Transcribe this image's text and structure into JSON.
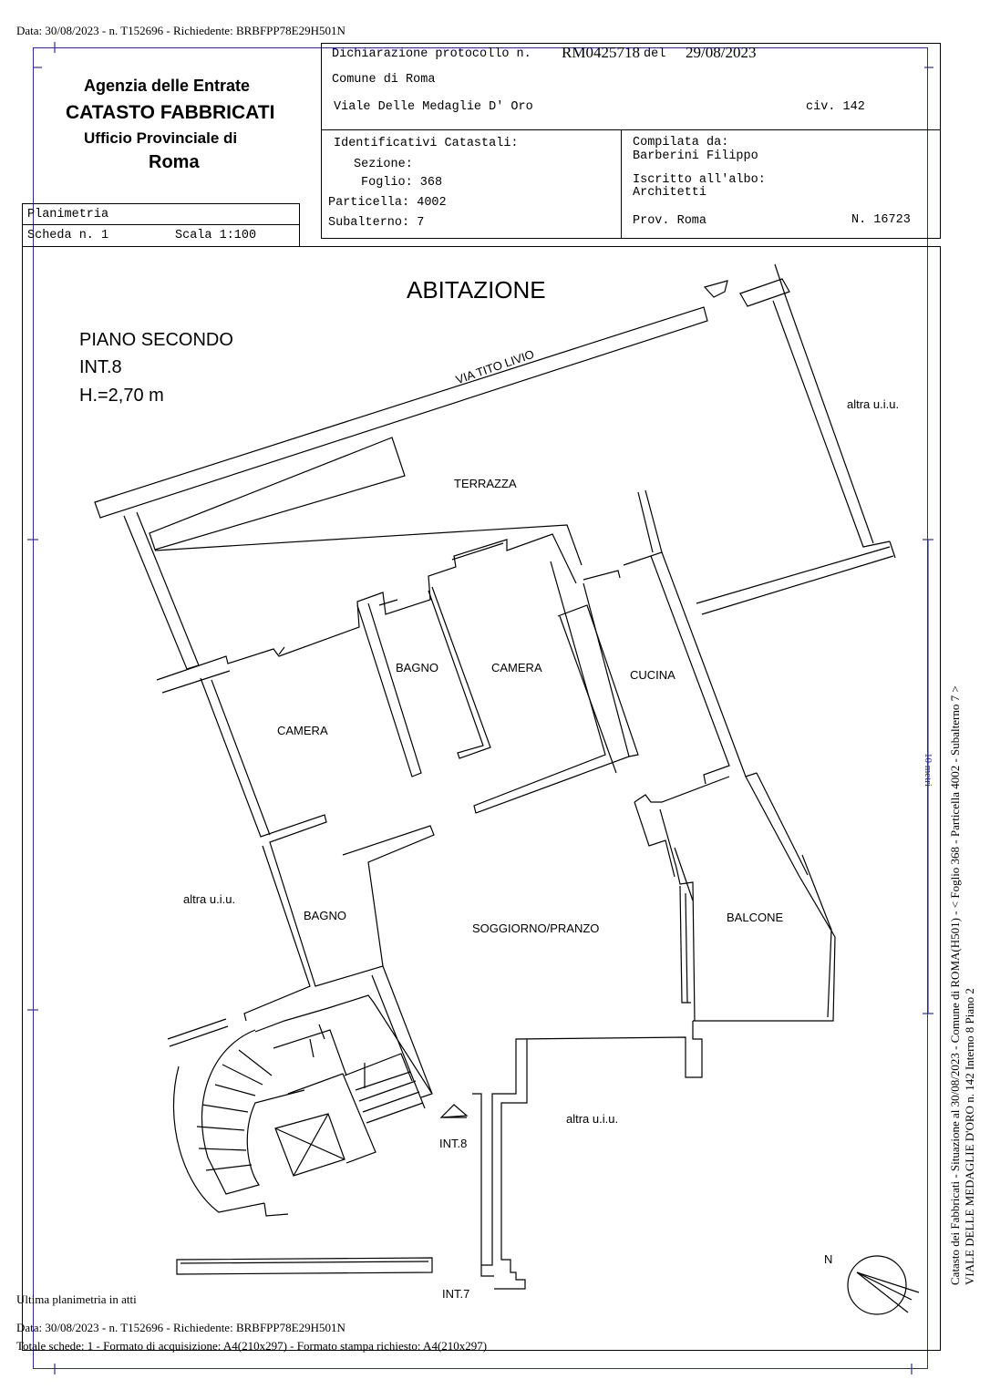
{
  "top_line": "Data: 30/08/2023 - n. T152696 - Richiedente: BRBFPP78E29H501N",
  "agency": {
    "line1": "Agenzia delle Entrate",
    "line2": "CATASTO FABBRICATI",
    "line3": "Ufficio Provinciale di",
    "line4": "Roma"
  },
  "declaration": {
    "prefix": "Dichiarazione protocollo n.",
    "number": "RM0425718",
    "del": "del",
    "date": "29/08/2023",
    "comune": "Comune di Roma",
    "address": "Viale Delle Medaglie D' Oro",
    "civ": "civ. 142"
  },
  "identifiers": {
    "title": "Identificativi Catastali:",
    "sezione": "Sezione:",
    "foglio": "Foglio: 368",
    "particella": "Particella: 4002",
    "subalterno": "Subalterno: 7"
  },
  "compiler": {
    "label": "Compilata da:",
    "name": "Barberini Filippo",
    "albo_label": "Iscritto all'albo:",
    "albo": "Architetti",
    "prov": "Prov. Roma",
    "number": "N. 16723"
  },
  "planimetria": {
    "title": "Planimetria",
    "scheda": "Scheda n. 1",
    "scala": "Scala 1:100"
  },
  "plan": {
    "title": "ABITAZIONE",
    "floor": "PIANO SECONDO",
    "int": "INT.8",
    "height": "H.=2,70 m",
    "street": "VIA TITO LIVIO",
    "rooms": {
      "terrazza": "TERRAZZA",
      "bagno1": "BAGNO",
      "camera1": "CAMERA",
      "camera2": "CAMERA",
      "cucina": "CUCINA",
      "bagno2": "BAGNO",
      "soggiorno": "SOGGIORNO/PRANZO",
      "balcone": "BALCONE",
      "altra1": "altra u.i.u.",
      "altra2": "altra u.i.u.",
      "altra3": "altra u.i.u.",
      "int8": "INT.8",
      "int7": "INT.7",
      "north": "N"
    },
    "scale_bar": "10 metri"
  },
  "side_text": {
    "line1": "Catasto dei Fabbricati - Situazione al 30/08/2023 - Comune di ROMA(H501) - < Foglio 368 - Particella 4002 - Subalterno 7 >",
    "line2": "VIALE DELLE MEDAGLIE D'ORO n. 142 Interno 8 Piano 2"
  },
  "footer": {
    "last": "Ultima planimetria in atti",
    "data": "Data: 30/08/2023 - n. T152696 - Richiedente: BRBFPP78E29H501N",
    "totale": "Totale schede: 1 - Formato di acquisizione: A4(210x297) - Formato stampa richiesto: A4(210x297)"
  }
}
